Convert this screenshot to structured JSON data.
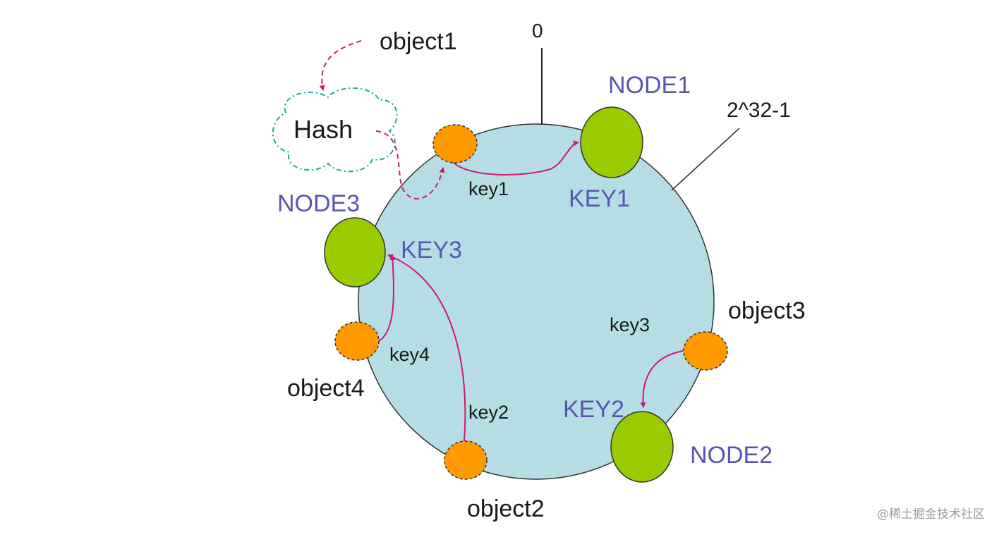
{
  "labels": {
    "zero": "0",
    "max": "2^32-1",
    "hash": "Hash"
  },
  "nodes": {
    "node1": "NODE1",
    "node2": "NODE2",
    "node3": "NODE3"
  },
  "keys_upper": {
    "key1": "KEY1",
    "key2": "KEY2",
    "key3": "KEY3"
  },
  "objects": {
    "object1": "object1",
    "object2": "object2",
    "object3": "object3",
    "object4": "object4"
  },
  "keys_lower": {
    "key1": "key1",
    "key2": "key2",
    "key3": "key3",
    "key4": "key4"
  },
  "colors": {
    "ring": "#b6dde3",
    "node": "#99cc00",
    "object": "#ff9900",
    "arrow": "#cc1a73",
    "cloud": "#1aa6a0",
    "node_label": "#5a55b0"
  },
  "watermark": "@稀土掘金技术社区"
}
